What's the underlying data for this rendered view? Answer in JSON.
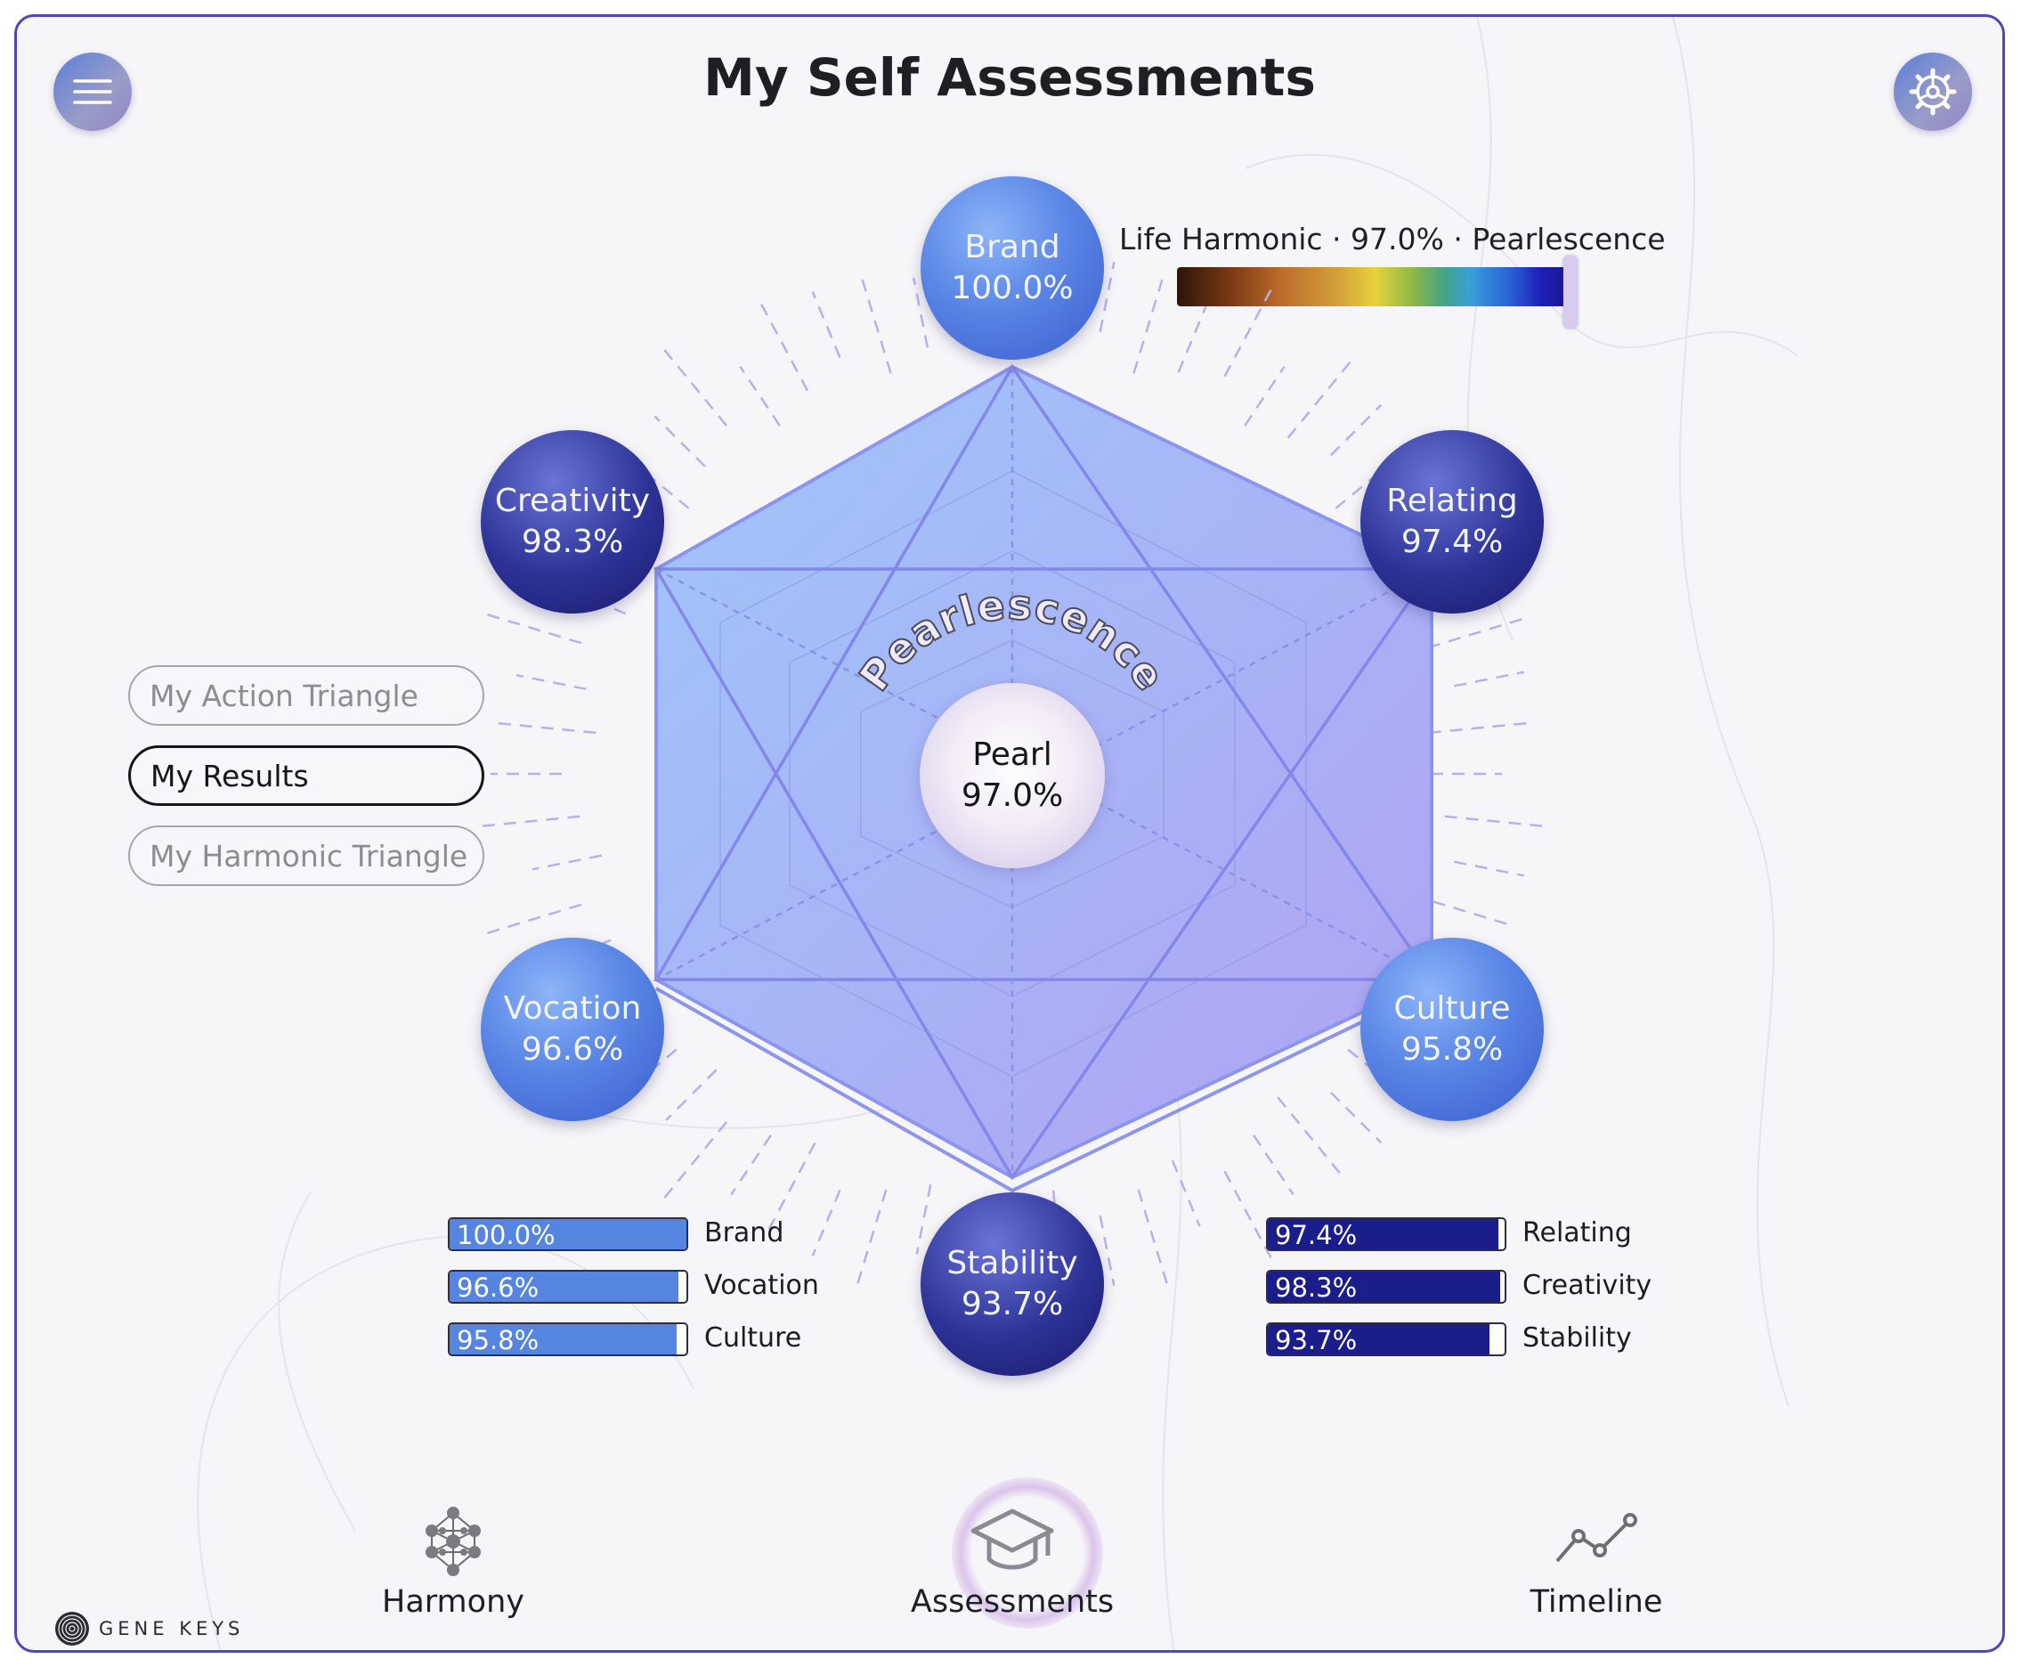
{
  "header": {
    "title": "My Self Assessments",
    "menu_icon": "hamburger-icon",
    "settings_icon": "gear-icon"
  },
  "harmonic_scale": {
    "label": "Life Harmonic · 97.0% · Pearlescence",
    "value": 97.0
  },
  "center": {
    "arc_label": "Pearlescence",
    "name": "Pearl",
    "value": "97.0%"
  },
  "spheres": [
    {
      "id": "brand",
      "name": "Brand",
      "value": "100.0%",
      "tone": "light"
    },
    {
      "id": "relating",
      "name": "Relating",
      "value": "97.4%",
      "tone": "dark"
    },
    {
      "id": "culture",
      "name": "Culture",
      "value": "95.8%",
      "tone": "light"
    },
    {
      "id": "stability",
      "name": "Stability",
      "value": "93.7%",
      "tone": "dark"
    },
    {
      "id": "vocation",
      "name": "Vocation",
      "value": "96.6%",
      "tone": "light"
    },
    {
      "id": "creativity",
      "name": "Creativity",
      "value": "98.3%",
      "tone": "dark"
    }
  ],
  "view_toggle": [
    {
      "label": "My Action Triangle",
      "active": false
    },
    {
      "label": "My Results",
      "active": true
    },
    {
      "label": "My Harmonic Triangle",
      "active": false
    }
  ],
  "bars_left": [
    {
      "label": "100.0%",
      "name": "Brand",
      "value": 100.0
    },
    {
      "label": "96.6%",
      "name": "Vocation",
      "value": 96.6
    },
    {
      "label": "95.8%",
      "name": "Culture",
      "value": 95.8
    }
  ],
  "bars_right": [
    {
      "label": "97.4%",
      "name": "Relating",
      "value": 97.4
    },
    {
      "label": "98.3%",
      "name": "Creativity",
      "value": 98.3
    },
    {
      "label": "93.7%",
      "name": "Stability",
      "value": 93.7
    }
  ],
  "bottom_nav": [
    {
      "label": "Harmony",
      "icon": "network-icon"
    },
    {
      "label": "Assessments",
      "icon": "graduation-cap-icon",
      "active": true
    },
    {
      "label": "Timeline",
      "icon": "line-chart-icon"
    }
  ],
  "brand": {
    "logo_text": "GENE KEYS"
  },
  "colors": {
    "accent": "#5146b8",
    "orb_light": "#5a86e6",
    "orb_dark": "#2d3296"
  }
}
